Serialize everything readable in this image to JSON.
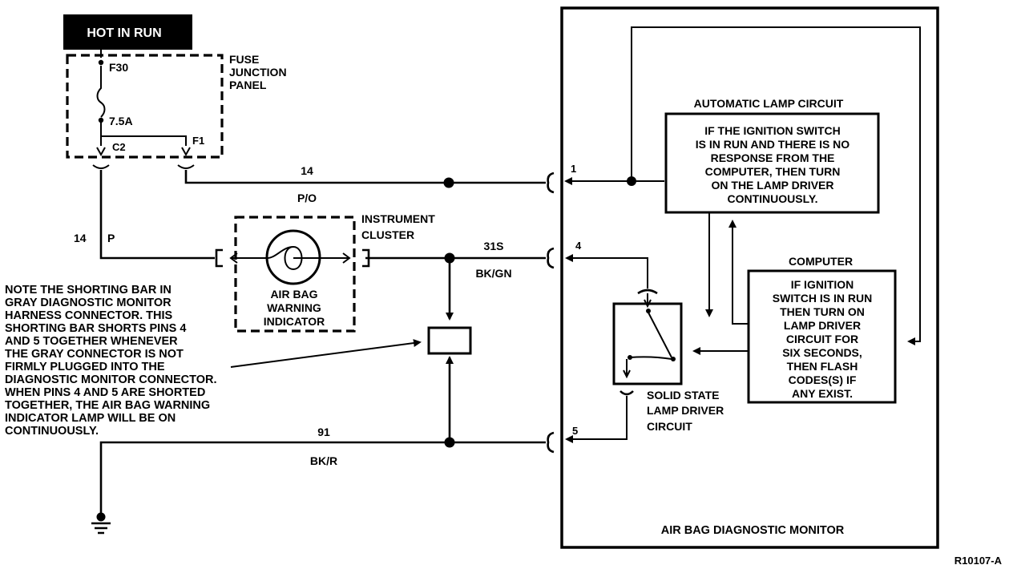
{
  "power": {
    "hot_in_run": "HOT IN RUN"
  },
  "fuse_panel": {
    "label": [
      "FUSE",
      "JUNCTION",
      "PANEL"
    ],
    "fuse": "F30",
    "rating": "7.5A",
    "connector_c2": "C2",
    "connector_f1": "F1"
  },
  "wires": {
    "w14_upper": {
      "circuit": "14",
      "color": "P/O"
    },
    "w14_vertical": {
      "circuit": "14",
      "color": "P"
    },
    "w31s": {
      "circuit": "31S",
      "color": "BK/GN"
    },
    "w91": {
      "circuit": "91",
      "color": "BK/R"
    }
  },
  "instrument_cluster": {
    "label": [
      "INSTRUMENT",
      "CLUSTER"
    ],
    "indicator": [
      "AIR BAG",
      "WARNING",
      "INDICATOR"
    ]
  },
  "note": [
    "NOTE THE SHORTING BAR IN",
    "GRAY DIAGNOSTIC MONITOR",
    "HARNESS CONNECTOR. THIS",
    "SHORTING BAR SHORTS PINS 4",
    "AND 5 TOGETHER WHENEVER",
    "THE GRAY CONNECTOR IS NOT",
    "FIRMLY PLUGGED INTO THE",
    "DIAGNOSTIC MONITOR CONNECTOR.",
    "WHEN PINS 4 AND 5 ARE SHORTED",
    "TOGETHER, THE AIR BAG WARNING",
    "INDICATOR LAMP WILL BE ON",
    "CONTINUOUSLY."
  ],
  "monitor": {
    "title": "AIR BAG DIAGNOSTIC MONITOR",
    "pins": {
      "p1": "1",
      "p4": "4",
      "p5": "5"
    },
    "auto_lamp": {
      "title": "AUTOMATIC LAMP CIRCUIT",
      "text": [
        "IF THE IGNITION SWITCH",
        "IS IN RUN AND THERE IS NO",
        "RESPONSE FROM THE",
        "COMPUTER, THEN TURN",
        "ON THE LAMP DRIVER",
        "CONTINUOUSLY."
      ]
    },
    "computer": {
      "title": "COMPUTER",
      "text": [
        "IF IGNITION",
        "SWITCH IS IN RUN",
        "THEN TURN ON",
        "LAMP DRIVER",
        "CIRCUIT FOR",
        "SIX SECONDS,",
        "THEN FLASH",
        "CODES(S) IF",
        "ANY EXIST."
      ]
    },
    "driver": [
      "SOLID STATE",
      "LAMP DRIVER",
      "CIRCUIT"
    ]
  },
  "figure_id": "R10107-A"
}
